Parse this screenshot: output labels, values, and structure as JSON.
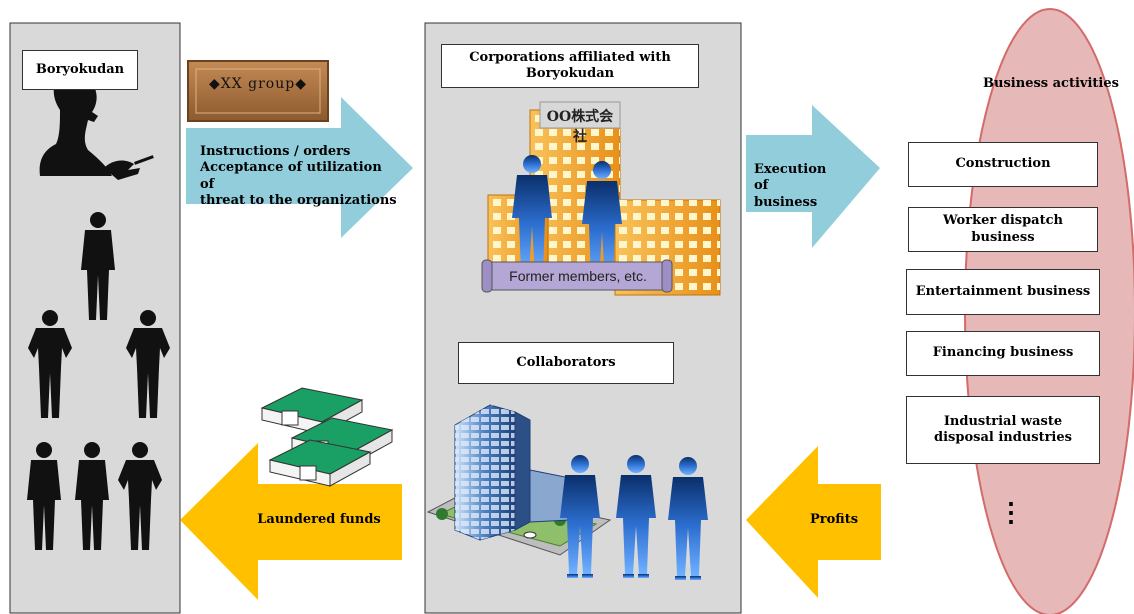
{
  "left_panel": {
    "title": "Boryokudan"
  },
  "group_sign": {
    "text": "◆XX group◆"
  },
  "arrow_instructions": {
    "lines": [
      "Instructions / orders",
      "Acceptance of utilization of",
      "threat to the organizations"
    ]
  },
  "center_panel": {
    "title": "Corporations affiliated with Boryokudan",
    "building_sign": "OO株式会社",
    "scroll_label": "Former members, etc.",
    "collaborators": "Collaborators"
  },
  "arrow_execution": {
    "lines": [
      "Execution of",
      "business"
    ]
  },
  "arrow_laundered": {
    "label": "Laundered funds"
  },
  "arrow_profits": {
    "label": "Profits"
  },
  "business": {
    "title": "Business activities",
    "items": [
      "Construction",
      "Worker dispatch business",
      "Entertainment business",
      "Financing business",
      "Industrial waste disposal industries"
    ],
    "more": "⋮"
  },
  "colors": {
    "panel_gray": "#d9d9d9",
    "arrow_blue": "#92cddc",
    "arrow_yellow": "#ffc000",
    "oval_pink": "#e6b8b7",
    "scroll_purple": "#b4a7d6",
    "sign_wood": "#b07a4a",
    "silhouette": "#111111",
    "person_blue": "#2f6fc9",
    "building_orange": "#f6a623"
  }
}
